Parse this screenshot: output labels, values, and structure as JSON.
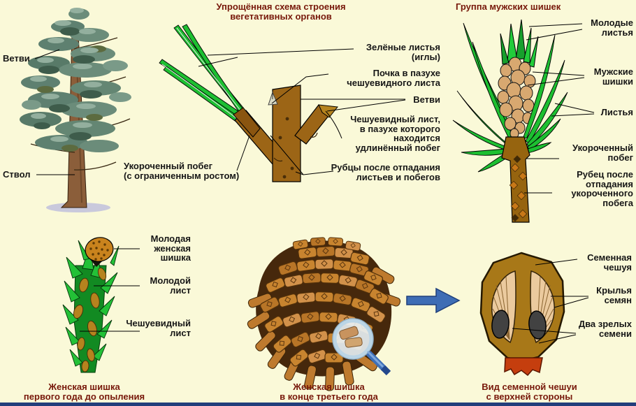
{
  "colors": {
    "background": "#FAF9D8",
    "heading_text": "#77180A",
    "label_text": "#161616",
    "needle_green": "#1DBF31",
    "wood_brown": "#9C6516",
    "cone_scale_brown": "#C8842F",
    "arrow_blue": "#3E6DB5",
    "bottom_bar_blue": "#223E7B"
  },
  "tree_panel": {
    "branches_label": "Ветви",
    "trunk_label": "Ствол"
  },
  "twig_panel": {
    "title": "Упрощённая схема строения\nвегетативных органов",
    "labels": {
      "green_leaves": "Зелёные листья\n(иглы)",
      "bud": "Почка в пазухе\nчешуевидного листа",
      "branches": "Ветви",
      "scale_leaf": "Чешуевидный лист,\nв пазухе которого\nнаходится\nудлинённый побег",
      "scars": "Рубцы после отпадания\nлистьев и побегов",
      "short_shoot": "Укороченный побег\n(с ограниченным ростом)"
    }
  },
  "male_panel": {
    "title": "Группа мужских шишек",
    "labels": {
      "young_leaves": "Молодые\nлистья",
      "male_cones": "Мужские\nшишки",
      "leaves": "Листья",
      "short_shoot": "Укороченный\nпобег",
      "scar": "Рубец после\nотпадания\nукороченного\nпобега"
    }
  },
  "female_panel": {
    "labels": {
      "young_cone": "Молодая\nженская\nшишка",
      "young_leaf": "Молодой\nлист",
      "scale_leaf": "Чешуевидный\nлист"
    },
    "caption": "Женская шишка\nпервого года до опыления"
  },
  "mature_cone_panel": {
    "caption": "Женская шишка\nв конце третьего года"
  },
  "seed_panel": {
    "labels": {
      "seed_scale": "Семенная\nчешуя",
      "wings": "Крылья\nсемян",
      "seeds": "Два зрелых\nсемени"
    },
    "caption": "Вид семенной чешуи\nс верхней стороны"
  }
}
